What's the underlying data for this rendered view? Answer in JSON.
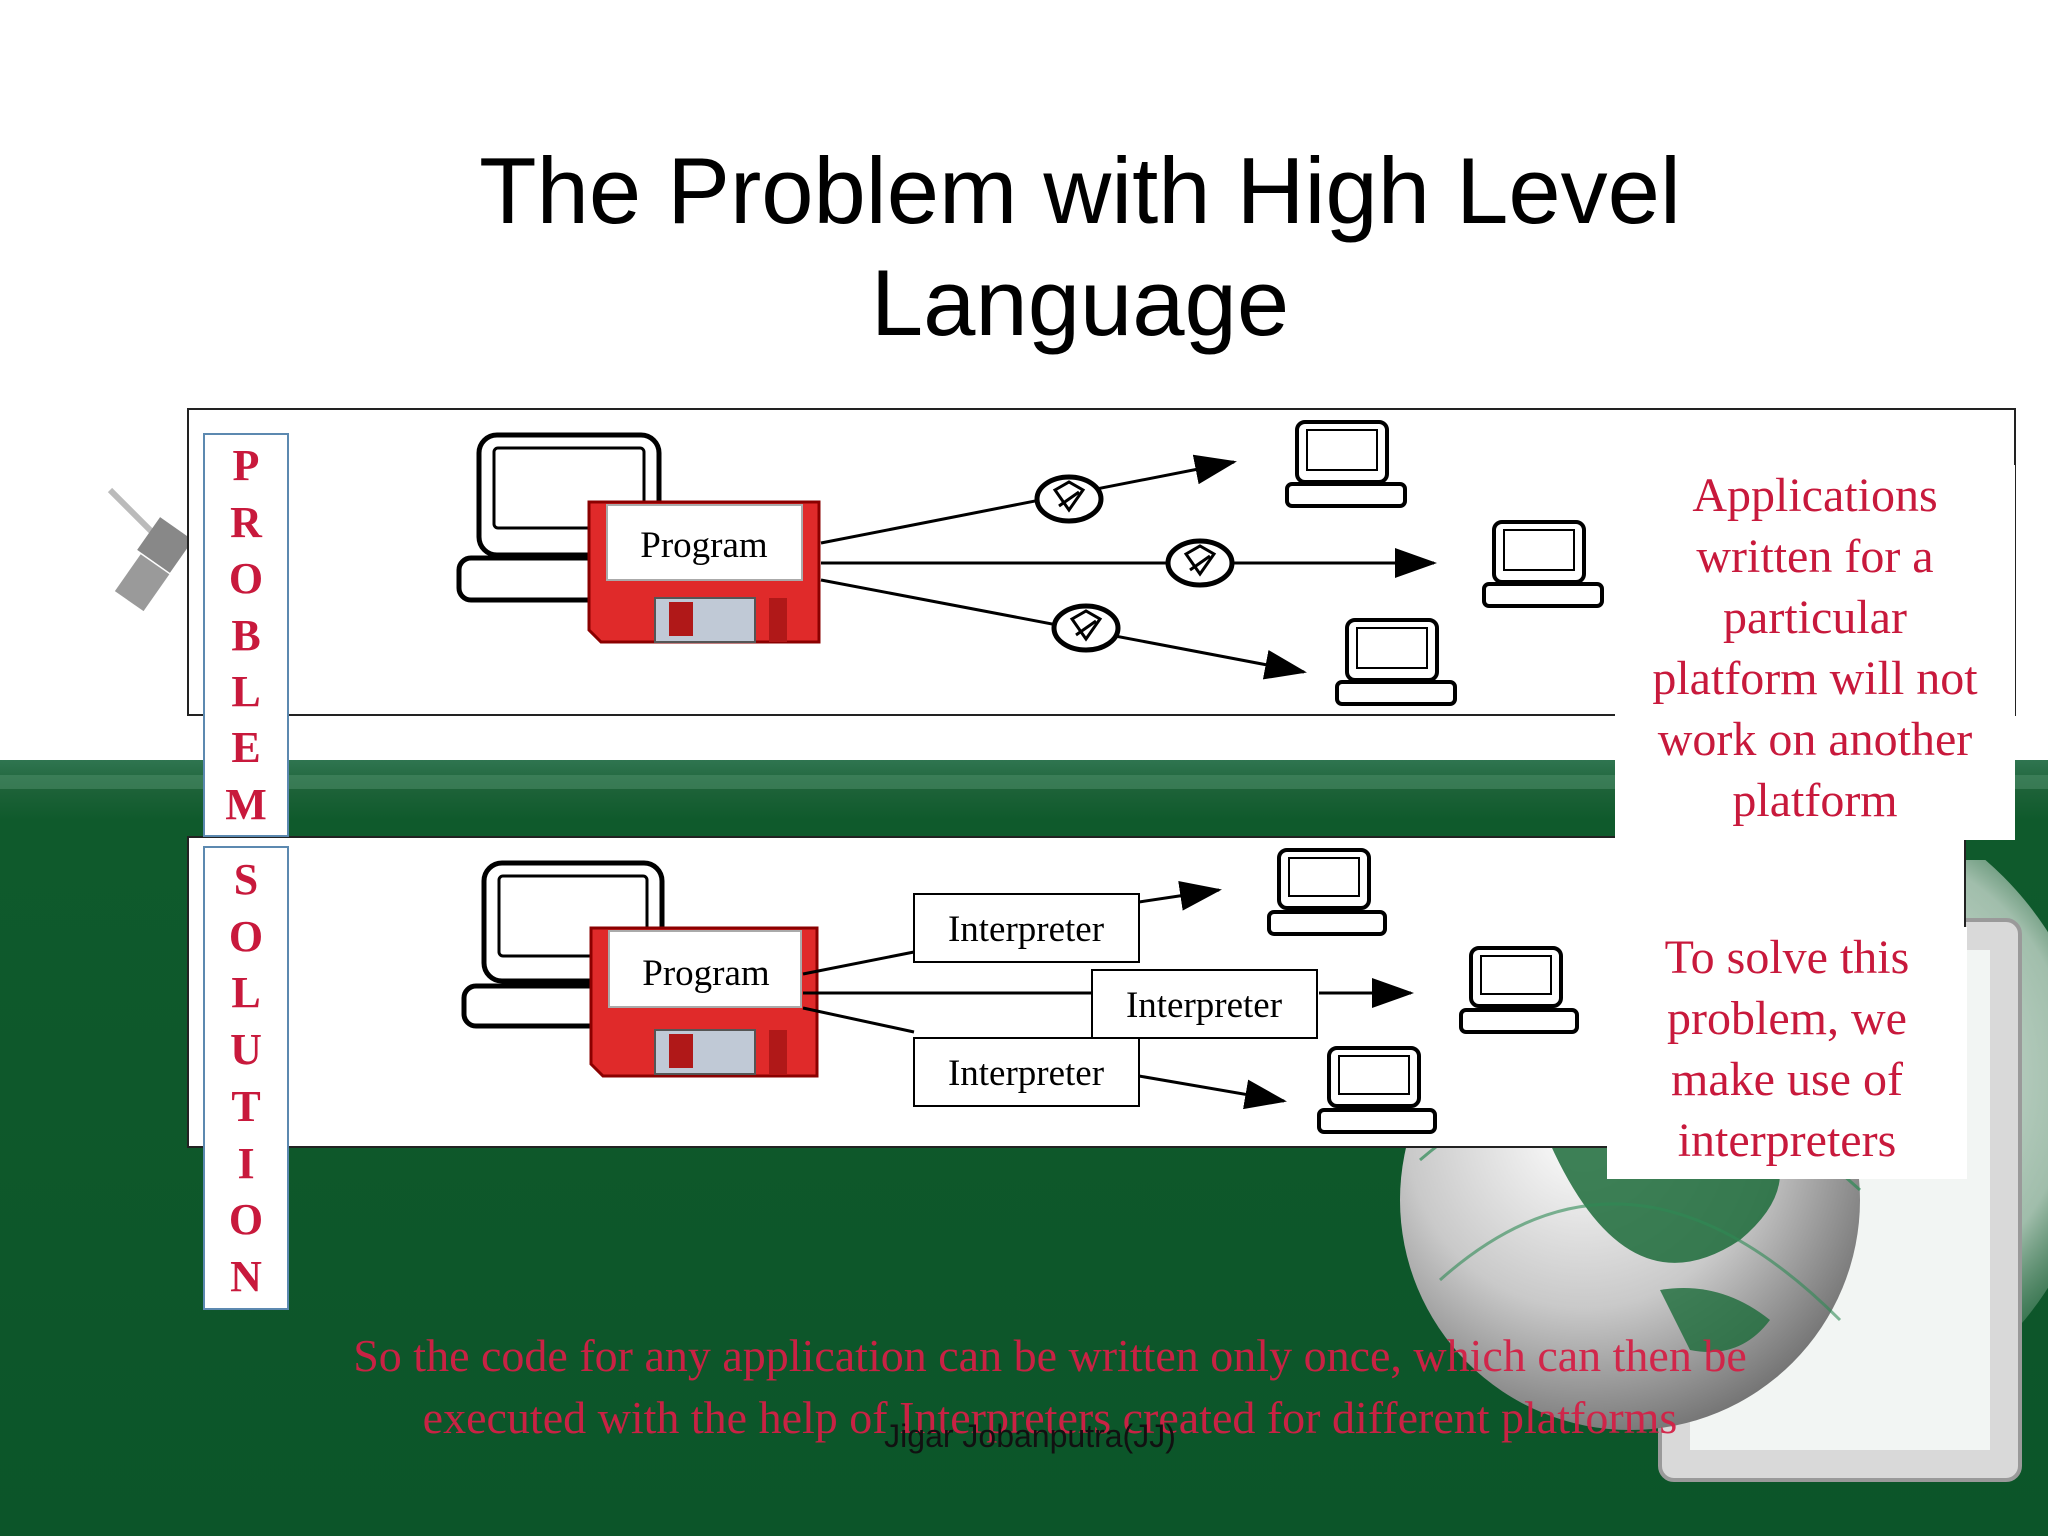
{
  "slide": {
    "title": "The Problem with High Level\nLanguage",
    "footer": "Jigar Jobanputra(JJ)"
  },
  "problem": {
    "side_label": [
      "P",
      "R",
      "O",
      "B",
      "L",
      "E",
      "M"
    ],
    "program_label": "Program",
    "callout": "Applications\nwritten for a\nparticular\nplatform will not\nwork on another\nplatform"
  },
  "solution": {
    "side_label": [
      "S",
      "O",
      "L",
      "U",
      "T",
      "I",
      "O",
      "N"
    ],
    "program_label": "Program",
    "interpreters": [
      "Interpreter",
      "Interpreter",
      "Interpreter"
    ],
    "callout": "To solve this\nproblem, we\nmake use of\ninterpreters"
  },
  "conclusion": "So the code for any application can be written only once, which can then be\nexecuted with the help of Interpreters created for different platforms",
  "colors": {
    "accent_text": "#c8193c",
    "disk_red": "#e02a2a",
    "background_green": "#0f5a2c"
  }
}
